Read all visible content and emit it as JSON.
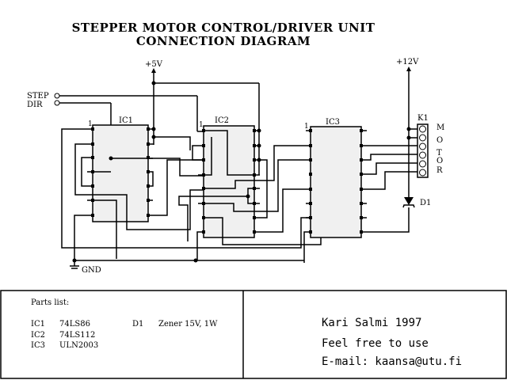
{
  "title": {
    "line1": "STEPPER MOTOR CONTROL/DRIVER UNIT",
    "line2": "CONNECTION DIAGRAM"
  },
  "rails": {
    "vcc5": "+5V",
    "vcc12": "+12V",
    "gnd": "GND"
  },
  "inputs": {
    "step": "STEP",
    "dir": "DIR"
  },
  "components": {
    "ic1": {
      "ref": "IC1",
      "pin1": "1"
    },
    "ic2": {
      "ref": "IC2",
      "pin1": "1"
    },
    "ic3": {
      "ref": "IC3",
      "pin1": "1"
    },
    "k1": {
      "ref": "K1",
      "letters": [
        "M",
        "O",
        "T",
        "O",
        "R"
      ]
    },
    "d1": {
      "ref": "D1"
    }
  },
  "parts_list": {
    "heading": "Parts list:",
    "rows": [
      {
        "ref": "IC1",
        "value": "74LS86",
        "ref2": "D1",
        "value2": "Zener 15V, 1W"
      },
      {
        "ref": "IC2",
        "value": "74LS112",
        "ref2": "",
        "value2": ""
      },
      {
        "ref": "IC3",
        "value": "ULN2003",
        "ref2": "",
        "value2": ""
      }
    ]
  },
  "credits": {
    "author": "Kari Salmi 1997",
    "license": "Feel free to use",
    "email": "E-mail: kaansa@utu.fi"
  }
}
